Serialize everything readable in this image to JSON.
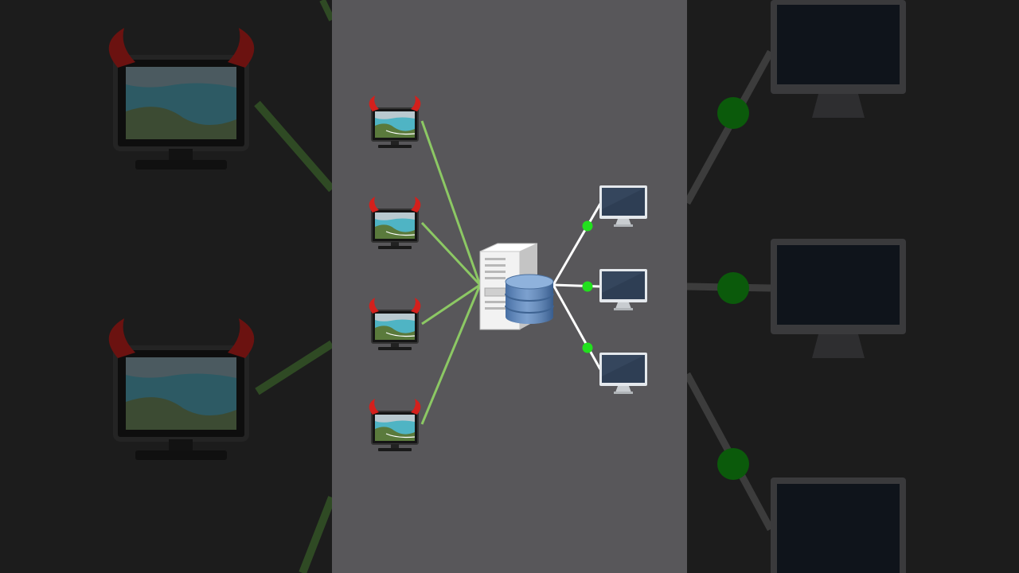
{
  "colors": {
    "outer_background": "#1c1c1c",
    "center_background": "#58575a",
    "attacker_link": "#8cc864",
    "client_link": "#ffffff",
    "connection_dot": "#22e01e",
    "dim_connection_dot": "#0b5a0b",
    "devil_horn": "#d4201c"
  },
  "diagram": {
    "nodes": {
      "attackers": [
        {
          "id": "attacker-1",
          "icon": "devil-computer-icon"
        },
        {
          "id": "attacker-2",
          "icon": "devil-computer-icon"
        },
        {
          "id": "attacker-3",
          "icon": "devil-computer-icon"
        },
        {
          "id": "attacker-4",
          "icon": "devil-computer-icon"
        }
      ],
      "server": {
        "id": "server",
        "icon": "database-server-icon"
      },
      "clients": [
        {
          "id": "client-1",
          "icon": "monitor-icon"
        },
        {
          "id": "client-2",
          "icon": "monitor-icon"
        },
        {
          "id": "client-3",
          "icon": "monitor-icon"
        }
      ]
    },
    "edges": [
      {
        "from": "attacker-1",
        "to": "server",
        "style": "attack"
      },
      {
        "from": "attacker-2",
        "to": "server",
        "style": "attack"
      },
      {
        "from": "attacker-3",
        "to": "server",
        "style": "attack"
      },
      {
        "from": "attacker-4",
        "to": "server",
        "style": "attack"
      },
      {
        "from": "server",
        "to": "client-1",
        "style": "connection",
        "dot": true
      },
      {
        "from": "server",
        "to": "client-2",
        "style": "connection",
        "dot": true
      },
      {
        "from": "server",
        "to": "client-3",
        "style": "connection",
        "dot": true
      }
    ]
  }
}
